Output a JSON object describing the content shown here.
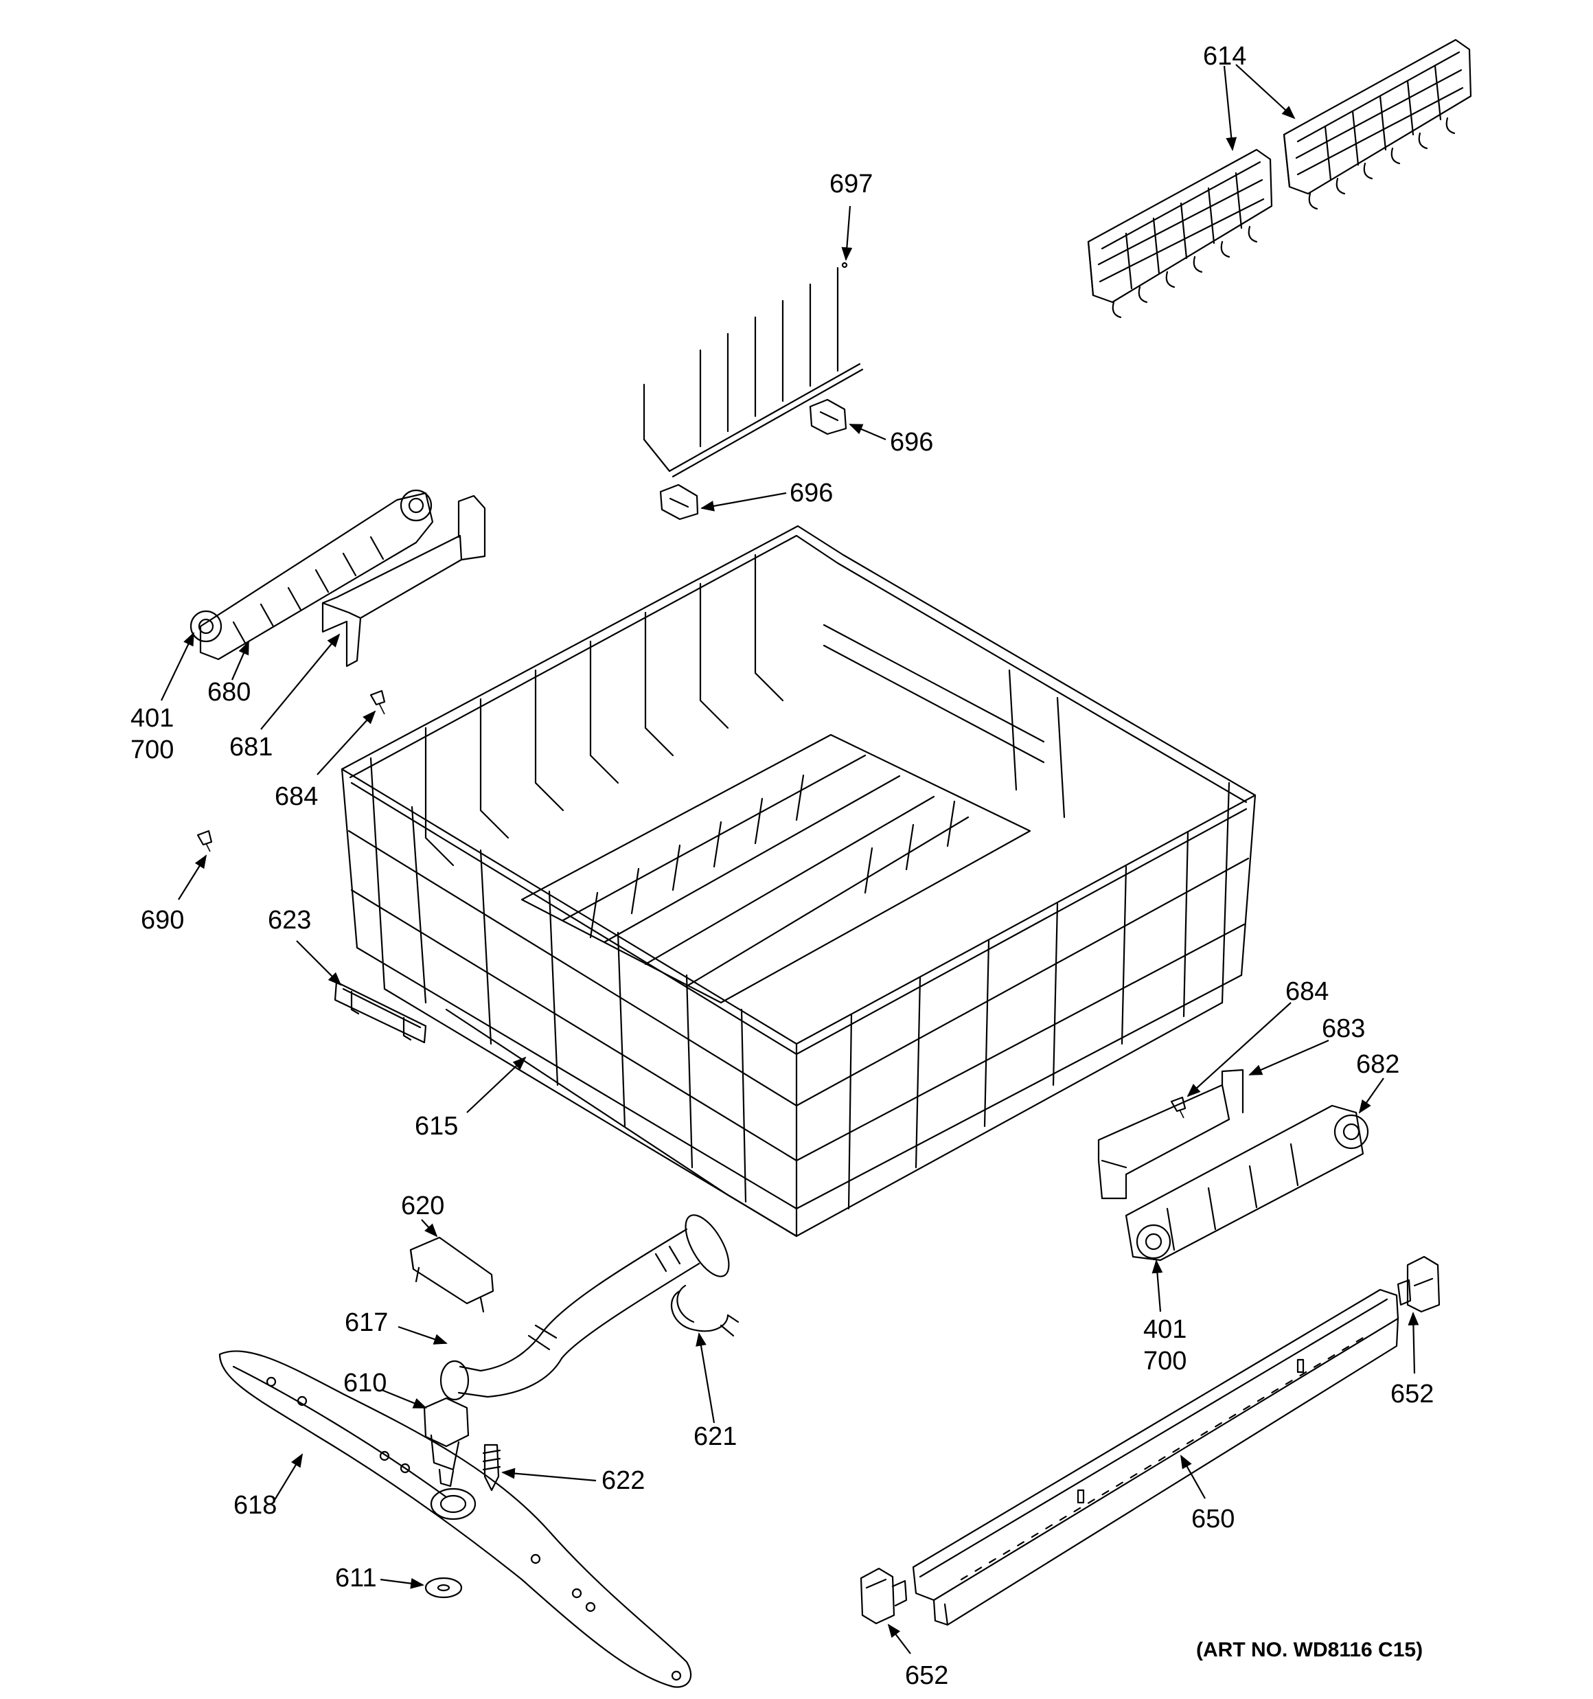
{
  "art_number": "(ART NO. WD8116 C15)",
  "callouts": {
    "c614": "614",
    "c697": "697",
    "c696a": "696",
    "c696b": "696",
    "c680": "680",
    "c401a": "401",
    "c700a": "700",
    "c681": "681",
    "c684a": "684",
    "c690": "690",
    "c623": "623",
    "c615": "615",
    "c684b": "684",
    "c683": "683",
    "c682": "682",
    "c401b": "401",
    "c700b": "700",
    "c620": "620",
    "c617": "617",
    "c610": "610",
    "c621": "621",
    "c622": "622",
    "c618": "618",
    "c611": "611",
    "c652a": "652",
    "c650": "650",
    "c652b": "652"
  }
}
